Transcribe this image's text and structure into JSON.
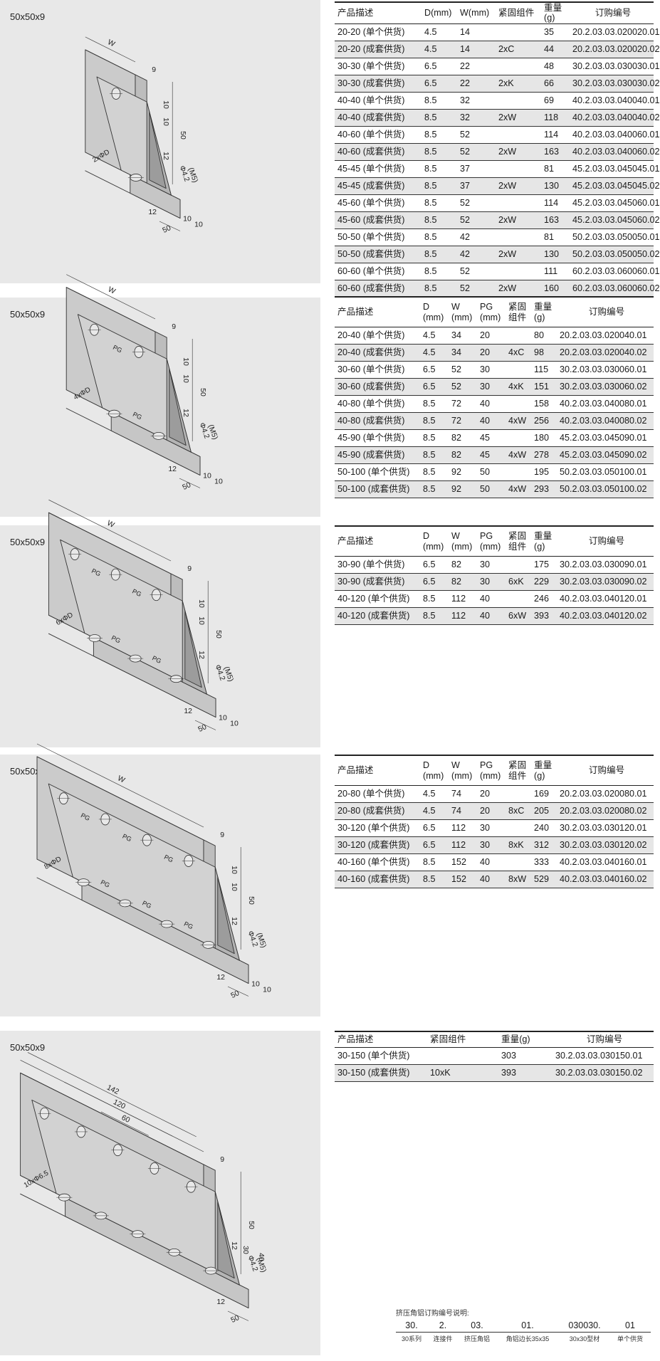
{
  "sections": [
    {
      "label": "50x50x9",
      "columns": [
        "产品描述",
        "D(mm)",
        "W(mm)",
        "紧固组件",
        "重量(g)",
        "订购编号"
      ],
      "rows": [
        [
          "20-20 (单个供货)",
          "4.5",
          "14",
          "",
          "35",
          "20.2.03.03.020020.01"
        ],
        [
          "20-20 (成套供货)",
          "4.5",
          "14",
          "2xC",
          "44",
          "20.2.03.03.020020.02"
        ],
        [
          "30-30 (单个供货)",
          "6.5",
          "22",
          "",
          "48",
          "30.2.03.03.030030.01"
        ],
        [
          "30-30 (成套供货)",
          "6.5",
          "22",
          "2xK",
          "66",
          "30.2.03.03.030030.02"
        ],
        [
          "40-40 (单个供货)",
          "8.5",
          "32",
          "",
          "69",
          "40.2.03.03.040040.01"
        ],
        [
          "40-40 (成套供货)",
          "8.5",
          "32",
          "2xW",
          "118",
          "40.2.03.03.040040.02"
        ],
        [
          "40-60 (单个供货)",
          "8.5",
          "52",
          "",
          "114",
          "40.2.03.03.040060.01"
        ],
        [
          "40-60 (成套供货)",
          "8.5",
          "52",
          "2xW",
          "163",
          "40.2.03.03.040060.02"
        ],
        [
          "45-45 (单个供货)",
          "8.5",
          "37",
          "",
          "81",
          "45.2.03.03.045045.01"
        ],
        [
          "45-45 (成套供货)",
          "8.5",
          "37",
          "2xW",
          "130",
          "45.2.03.03.045045.02"
        ],
        [
          "45-60 (单个供货)",
          "8.5",
          "52",
          "",
          "114",
          "45.2.03.03.045060.01"
        ],
        [
          "45-60 (成套供货)",
          "8.5",
          "52",
          "2xW",
          "163",
          "45.2.03.03.045060.02"
        ],
        [
          "50-50 (单个供货)",
          "8.5",
          "42",
          "",
          "81",
          "50.2.03.03.050050.01"
        ],
        [
          "50-50 (成套供货)",
          "8.5",
          "42",
          "2xW",
          "130",
          "50.2.03.03.050050.02"
        ],
        [
          "60-60 (单个供货)",
          "8.5",
          "52",
          "",
          "111",
          "60.2.03.03.060060.01"
        ],
        [
          "60-60 (成套供货)",
          "8.5",
          "52",
          "2xW",
          "160",
          "60.2.03.03.060060.02"
        ]
      ]
    },
    {
      "label": "50x50x9",
      "columns": [
        "产品描述",
        "D (mm)",
        "W (mm)",
        "PG (mm)",
        "紧固 组件",
        "重量 (g)",
        "订购编号"
      ],
      "rows": [
        [
          "20-40 (单个供货)",
          "4.5",
          "34",
          "20",
          "",
          "80",
          "20.2.03.03.020040.01"
        ],
        [
          "20-40 (成套供货)",
          "4.5",
          "34",
          "20",
          "4xC",
          "98",
          "20.2.03.03.020040.02"
        ],
        [
          "30-60 (单个供货)",
          "6.5",
          "52",
          "30",
          "",
          "115",
          "30.2.03.03.030060.01"
        ],
        [
          "30-60 (成套供货)",
          "6.5",
          "52",
          "30",
          "4xK",
          "151",
          "30.2.03.03.030060.02"
        ],
        [
          "40-80 (单个供货)",
          "8.5",
          "72",
          "40",
          "",
          "158",
          "40.2.03.03.040080.01"
        ],
        [
          "40-80 (成套供货)",
          "8.5",
          "72",
          "40",
          "4xW",
          "256",
          "40.2.03.03.040080.02"
        ],
        [
          "45-90 (单个供货)",
          "8.5",
          "82",
          "45",
          "",
          "180",
          "45.2.03.03.045090.01"
        ],
        [
          "45-90 (成套供货)",
          "8.5",
          "82",
          "45",
          "4xW",
          "278",
          "45.2.03.03.045090.02"
        ],
        [
          "50-100 (单个供货)",
          "8.5",
          "92",
          "50",
          "",
          "195",
          "50.2.03.03.050100.01"
        ],
        [
          "50-100 (成套供货)",
          "8.5",
          "92",
          "50",
          "4xW",
          "293",
          "50.2.03.03.050100.02"
        ]
      ]
    },
    {
      "label": "50x50x9",
      "columns": [
        "产品描述",
        "D (mm)",
        "W (mm)",
        "PG (mm)",
        "紧固 组件",
        "重量 (g)",
        "订购编号"
      ],
      "rows": [
        [
          "30-90 (单个供货)",
          "6.5",
          "82",
          "30",
          "",
          "175",
          "30.2.03.03.030090.01"
        ],
        [
          "30-90 (成套供货)",
          "6.5",
          "82",
          "30",
          "6xK",
          "229",
          "30.2.03.03.030090.02"
        ],
        [
          "40-120 (单个供货)",
          "8.5",
          "112",
          "40",
          "",
          "246",
          "40.2.03.03.040120.01"
        ],
        [
          "40-120 (成套供货)",
          "8.5",
          "112",
          "40",
          "6xW",
          "393",
          "40.2.03.03.040120.02"
        ]
      ]
    },
    {
      "label": "50x50x9",
      "columns": [
        "产品描述",
        "D (mm)",
        "W (mm)",
        "PG (mm)",
        "紧固 组件",
        "重量 (g)",
        "订购编号"
      ],
      "rows": [
        [
          "20-80 (单个供货)",
          "4.5",
          "74",
          "20",
          "",
          "169",
          "20.2.03.03.020080.01"
        ],
        [
          "20-80 (成套供货)",
          "4.5",
          "74",
          "20",
          "8xC",
          "205",
          "20.2.03.03.020080.02"
        ],
        [
          "30-120 (单个供货)",
          "6.5",
          "112",
          "30",
          "",
          "240",
          "30.2.03.03.030120.01"
        ],
        [
          "30-120 (成套供货)",
          "6.5",
          "112",
          "30",
          "8xK",
          "312",
          "30.2.03.03.030120.02"
        ],
        [
          "40-160 (单个供货)",
          "8.5",
          "152",
          "40",
          "",
          "333",
          "40.2.03.03.040160.01"
        ],
        [
          "40-160 (成套供货)",
          "8.5",
          "152",
          "40",
          "8xW",
          "529",
          "40.2.03.03.040160.02"
        ]
      ]
    },
    {
      "label": "50x50x9",
      "columns": [
        "产品描述",
        "紧固组件",
        "重量(g)",
        "订购编号"
      ],
      "rows": [
        [
          "30-150 (单个供货)",
          "",
          "303",
          "30.2.03.03.030150.01"
        ],
        [
          "30-150 (成套供货)",
          "10xK",
          "393",
          "30.2.03.03.030150.02"
        ]
      ]
    }
  ],
  "drawings": [
    {
      "holes_label": "2xΦD",
      "w_label": "W",
      "thickness_label": "9",
      "height_label": "50",
      "width_label": "50",
      "offset_a": "10",
      "offset_b": "10",
      "rib_label": "12",
      "rib_label_2": "12",
      "thread_label": "Φ4.2",
      "thread_note": "(M5)",
      "pg_label": "",
      "hole_count": 1,
      "w1": "",
      "w2": "",
      "w3": "",
      "d30": "",
      "d40": ""
    },
    {
      "holes_label": "4xΦD",
      "w_label": "W",
      "thickness_label": "9",
      "height_label": "50",
      "width_label": "50",
      "offset_a": "10",
      "offset_b": "10",
      "rib_label": "12",
      "rib_label_2": "12",
      "thread_label": "Φ4.2",
      "thread_note": "(M5)",
      "pg_label": "PG",
      "hole_count": 2,
      "w1": "",
      "w2": "",
      "w3": "",
      "d30": "",
      "d40": ""
    },
    {
      "holes_label": "6xΦD",
      "w_label": "W",
      "thickness_label": "9",
      "height_label": "50",
      "width_label": "50",
      "offset_a": "10",
      "offset_b": "10",
      "rib_label": "12",
      "rib_label_2": "12",
      "thread_label": "Φ4.2",
      "thread_note": "(M5)",
      "pg_label": "PG",
      "hole_count": 3,
      "w1": "",
      "w2": "",
      "w3": "",
      "d30": "",
      "d40": ""
    },
    {
      "holes_label": "8xΦD",
      "w_label": "W",
      "thickness_label": "9",
      "height_label": "50",
      "width_label": "50",
      "offset_a": "10",
      "offset_b": "10",
      "rib_label": "12",
      "rib_label_2": "12",
      "thread_label": "Φ4.2",
      "thread_note": "(M5)",
      "pg_label": "PG",
      "hole_count": 4,
      "w1": "",
      "w2": "",
      "w3": "",
      "d30": "",
      "d40": ""
    },
    {
      "holes_label": "10xΦ6.5",
      "w_label": "",
      "thickness_label": "9",
      "height_label": "50",
      "width_label": "50",
      "offset_a": "",
      "offset_b": "",
      "rib_label": "12",
      "rib_label_2": "12",
      "thread_label": "Φ4.2",
      "thread_note": "(M5)",
      "pg_label": "",
      "hole_count": 5,
      "w1": "142",
      "w2": "120",
      "w3": "60",
      "d30": "30",
      "d40": "40"
    }
  ],
  "legend": {
    "title": "挤压角铝订购编号说明:",
    "segments": [
      {
        "code": "30.",
        "desc": "30系列"
      },
      {
        "code": "2.",
        "desc": "连接件"
      },
      {
        "code": "03.",
        "desc": "挤压角铝"
      },
      {
        "code": "01.",
        "desc": "角铝边长35x35"
      },
      {
        "code": "030030.",
        "desc": "30x30型材"
      },
      {
        "code": "01",
        "desc": "单个供货"
      }
    ]
  }
}
